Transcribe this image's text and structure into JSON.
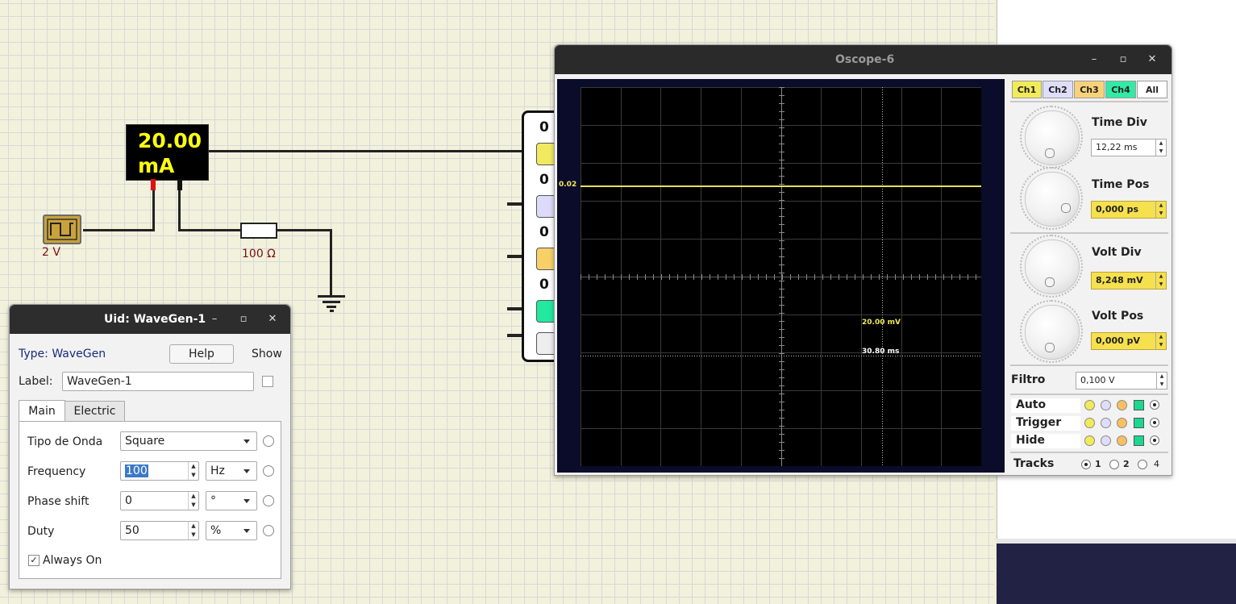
{
  "circuit": {
    "ammeter": {
      "value": "20.00",
      "unit": "mA"
    },
    "source_label": "2 V",
    "resistor_label": "100 Ω",
    "probe_labels": [
      "0 I",
      "0 I",
      "0 I",
      "0 I"
    ],
    "probe_colors": [
      "#f1ea60",
      "#dcdcfa",
      "#f8d06a",
      "#22e8a0"
    ]
  },
  "wavegen_window": {
    "title": "Uid: WaveGen-1",
    "type_text": "Type: WaveGen",
    "help_label": "Help",
    "show_label": "Show",
    "label_label": "Label:",
    "label_value": "WaveGen-1",
    "tabs": [
      "Main",
      "Electric"
    ],
    "rows": [
      {
        "label": "Tipo de Onda",
        "value": "Square",
        "unit": ""
      },
      {
        "label": "Frequency",
        "value": "100",
        "unit": "Hz"
      },
      {
        "label": "Phase shift",
        "value": "0",
        "unit": "°"
      },
      {
        "label": "Duty",
        "value": "50",
        "unit": "%"
      }
    ],
    "always_on_label": "Always On",
    "always_on_checked": "✓"
  },
  "oscope_window": {
    "title": "Oscope-6",
    "channel_tabs": [
      "Ch1",
      "Ch2",
      "Ch3",
      "Ch4",
      "All"
    ],
    "channel_colors": [
      "#f3ea5a",
      "#dedefc",
      "#f8d27a",
      "#33eaa5",
      "#ffffff"
    ],
    "time_div": {
      "label": "Time Div",
      "value": "12,22 ms"
    },
    "time_pos": {
      "label": "Time Pos",
      "value": "0,000 ps"
    },
    "volt_div": {
      "label": "Volt Div",
      "value": "8,248 mV"
    },
    "volt_pos": {
      "label": "Volt Pos",
      "value": "0,000 pV"
    },
    "filtro": {
      "label": "Filtro",
      "value": "0,100 V"
    },
    "rows": [
      "Auto",
      "Trigger",
      "Hide"
    ],
    "tracks_label": "Tracks",
    "tracks_options": [
      "1",
      "2",
      "4"
    ],
    "scope_y_label": "0.02",
    "cursor_voltage": "20.00 mV",
    "cursor_time": "30.80 ms",
    "trace_color": "#e6e060"
  }
}
